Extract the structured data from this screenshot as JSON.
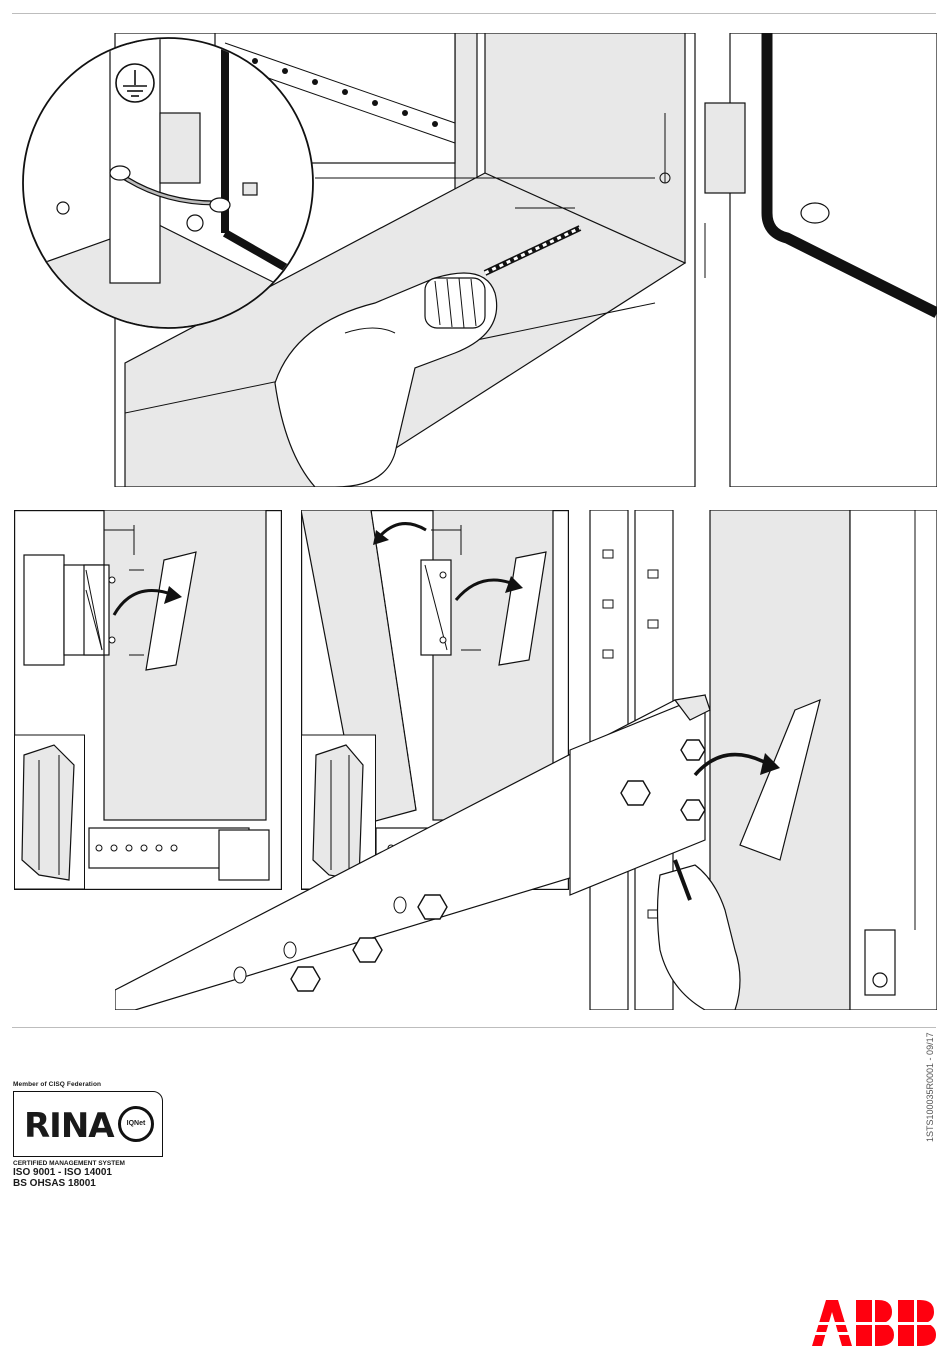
{
  "certification": {
    "member_text": "Member of CISQ Federation",
    "mark": "RINA",
    "seal_text": "IQNet",
    "system_text": "CERTIFIED MANAGEMENT SYSTEM",
    "standards_line1": "ISO 9001 - ISO 14001",
    "standards_line2": "BS OHSAS 18001"
  },
  "document": {
    "code": "1STS100035R0001 - 09/17"
  },
  "brand": {
    "logo": "ABB",
    "color": "#FF000F"
  },
  "icons": {
    "ground": "ground-symbol-icon",
    "drill": "drill-icon",
    "arrow": "curved-arrow-icon"
  }
}
